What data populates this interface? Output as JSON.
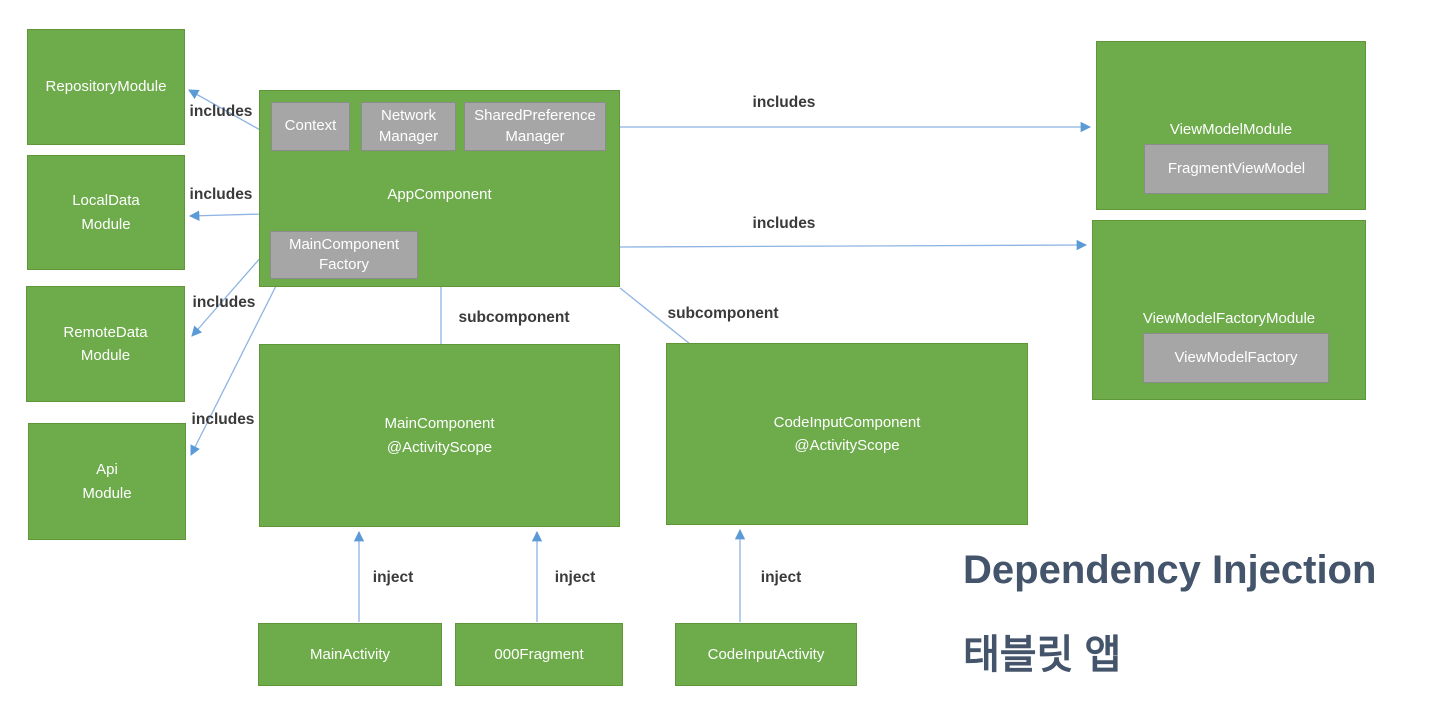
{
  "colors": {
    "node_fill": "#6DAB4B",
    "node_border": "#5E9638",
    "inner_fill": "#A6A6A6",
    "inner_border": "#8C8C8C",
    "connector": "#8EB4E3",
    "arrowhead": "#5B9BD5",
    "edge_label": "#3A3A3A",
    "title": "#44546A"
  },
  "nodes": {
    "repository_module": "RepositoryModule",
    "local_data_module": "LocalData\nModule",
    "remote_data_module": "RemoteData\nModule",
    "api_module": "Api\nModule",
    "app_component": "AppComponent",
    "context": "Context",
    "network_manager": "Network\nManager",
    "shared_preference_manager": "SharedPreference\nManager",
    "main_component_factory": "MainComponent\nFactory",
    "main_component": "MainComponent\n@ActivityScope",
    "code_input_component": "CodeInputComponent\n@ActivityScope",
    "view_model_module": "ViewModelModule",
    "fragment_view_model": "FragmentViewModel",
    "view_model_factory_module": "ViewModelFactoryModule",
    "view_model_factory": "ViewModelFactory",
    "main_activity": "MainActivity",
    "fragment_000": "000Fragment",
    "code_input_activity": "CodeInputActivity"
  },
  "edge_labels": {
    "includes": "includes",
    "subcomponent": "subcomponent",
    "inject": "inject"
  },
  "caption": {
    "title": "Dependency Injection",
    "subtitle": "태블릿 앱"
  }
}
